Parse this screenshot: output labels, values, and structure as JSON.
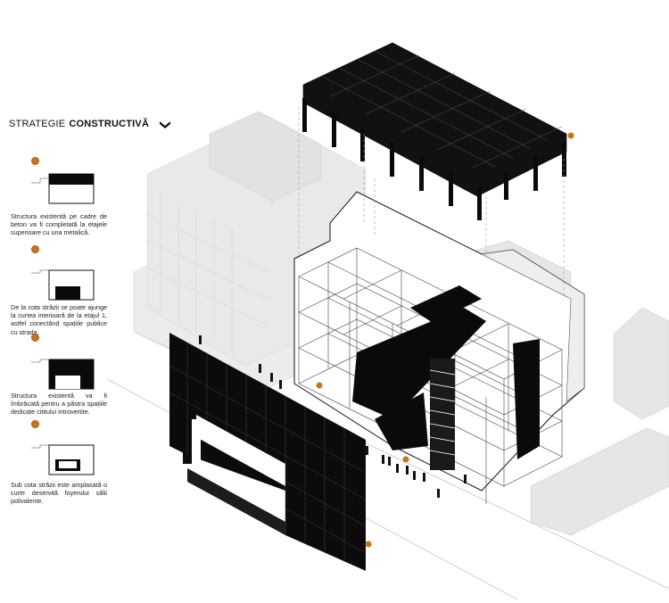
{
  "title": {
    "regular": "STRATEGIE",
    "bold": "CONSTRUCTIVĂ"
  },
  "steps": [
    {
      "text": "Structura existentă pe cadre de beton va fi completată la etajele superioare cu una metalică."
    },
    {
      "text": "De la cota străzii se poate ajunge la curtea interioară de la etajul 1, astfel conectând spațiile publice cu strada."
    },
    {
      "text": "Structura existentă va fi îmbrăcată pentru a păstra spațiile dedicate cititului introvertite."
    },
    {
      "text": "Sub cota străzii este amplasată o curte deservită foyerului sălii polivalente."
    }
  ],
  "colors": {
    "accent": "#c8741c",
    "black": "#0a0a0a",
    "context_gray": "#e3e3e3"
  },
  "icons": {
    "chevron": "chevron-down-icon"
  }
}
